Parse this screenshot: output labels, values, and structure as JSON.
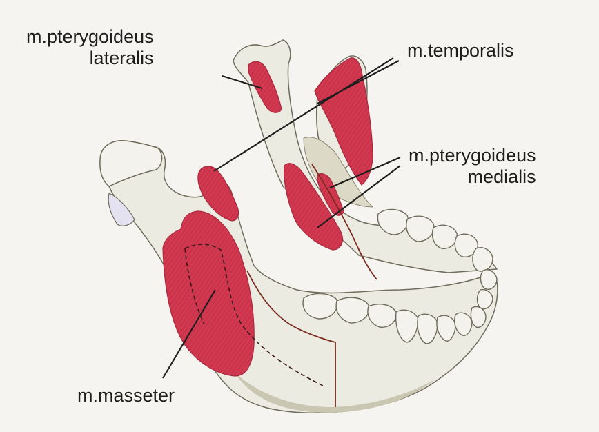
{
  "colors": {
    "background": "#f6f4f0",
    "bone_fill": "#ecebe2",
    "bone_shade": "#c9c6b2",
    "bone_outline": "#6f6c5c",
    "muscle_fill": "#d2384f",
    "muscle_dark": "#a8283c",
    "nerve": "#7a2a1f",
    "leader_line": "#1e1e1e",
    "label_text": "#1e1e1e"
  },
  "labels": {
    "pterygoideus_lateralis": {
      "line1": "m.pterygoideus",
      "line2": "lateralis"
    },
    "temporalis": "m.temporalis",
    "pterygoideus_medialis": {
      "line1": "m.pterygoideus",
      "line2": "medialis"
    },
    "masseter": "m.masseter"
  }
}
